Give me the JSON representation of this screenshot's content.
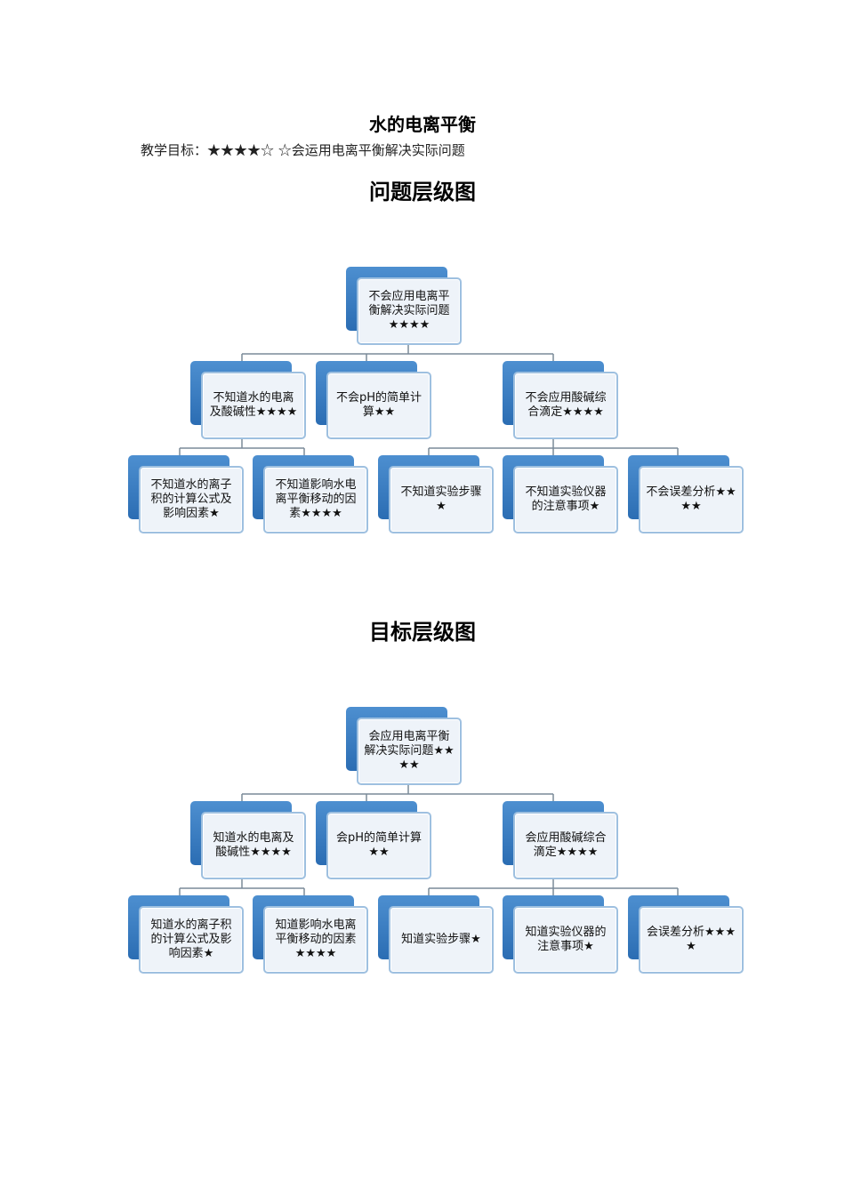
{
  "title": "水的电离平衡",
  "objective": "教学目标：★★★★☆ ☆会运用电离平衡解决实际问题",
  "problem_chart": {
    "heading": "问题层级图",
    "root": "不会应用电离平衡解决实际问题★★★★",
    "l1": [
      "不知道水的电离及酸碱性★★★★",
      "不会pH的简单计算★★",
      "不会应用酸碱综合滴定★★★★"
    ],
    "l2": [
      "不知道水的离子积的计算公式及影响因素★",
      "不知道影响水电离平衡移动的因素★★★★",
      "不知道实验步骤★",
      "不知道实验仪器的注意事项★",
      "不会误差分析★★★★"
    ]
  },
  "goal_chart": {
    "heading": "目标层级图",
    "root": "会应用电离平衡解决实际问题★★★★",
    "l1": [
      "知道水的电离及酸碱性★★★★",
      "会pH的简单计算★★",
      "会应用酸碱综合滴定★★★★"
    ],
    "l2": [
      "知道水的离子积的计算公式及影响因素★",
      "知道影响水电离平衡移动的因素★★★★",
      "知道实验步骤★",
      "知道实验仪器的注意事项★",
      "会误差分析★★★★"
    ]
  },
  "colors": {
    "box_back": "#2b6db3",
    "box_front": "#eef3f9",
    "box_border": "#9ec0e0",
    "connector": "#7a8a99"
  }
}
